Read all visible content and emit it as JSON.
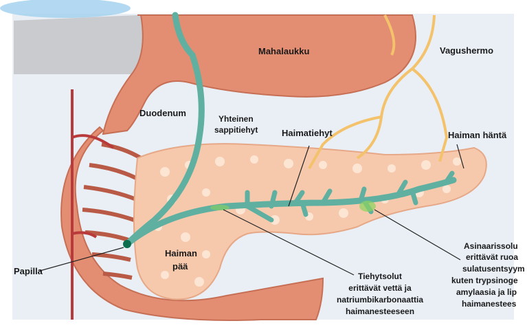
{
  "labels": {
    "mahalaukku": "Mahalaukku",
    "vagushermo": "Vagushermo",
    "duodenum": "Duodenum",
    "yhteinen_1": "Yhteinen",
    "yhteinen_2": "sappitiehyt",
    "haimatiehyt": "Haimatiehyt",
    "haiman_hanta": "Haiman häntä",
    "haiman_paa_1": "Haiman",
    "haiman_paa_2": "pää",
    "papilla": "Papilla",
    "tiehytsolut_1": "Tiehytsolut",
    "tiehytsolut_2": "erittävät vettä ja",
    "tiehytsolut_3": "natriumbikarbonaattia",
    "tiehytsolut_4": "haimanesteeseen",
    "asinaari_1": "Asinaarissolu",
    "asinaari_2": "erittävät ruoa",
    "asinaari_3": "sulatusentsyym",
    "asinaari_4": "kuten trypsinoge",
    "asinaari_5": "amylaasia ja lip",
    "asinaari_6": "haimanestees"
  },
  "colors": {
    "background": "#eaf0f6",
    "stomach": "#e38d72",
    "pancreas": "#f6c9ad",
    "duct": "#5fb0a0",
    "nerve": "#f3c26b",
    "vessel": "#b83a3a"
  }
}
